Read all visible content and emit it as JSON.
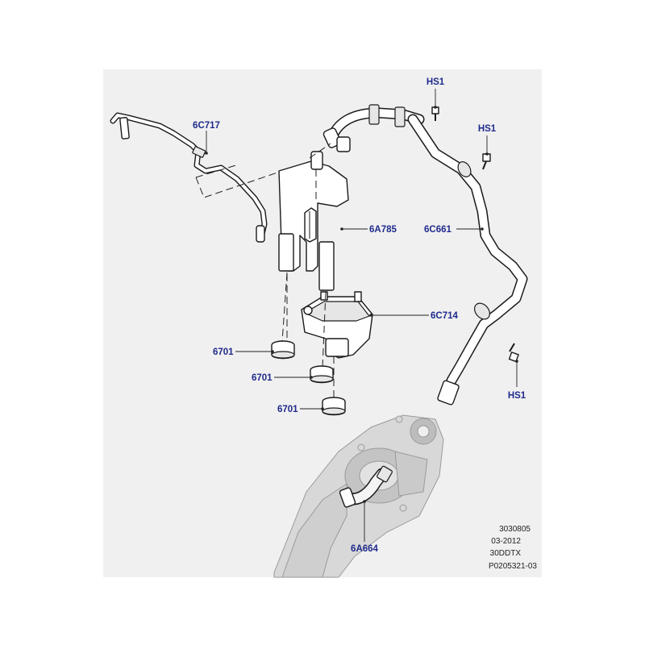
{
  "callouts": {
    "hs1_top": "HS1",
    "hs1_mid": "HS1",
    "hs1_bottom": "HS1",
    "p6C717": "6C717",
    "p6A785": "6A785",
    "p6C661": "6C661",
    "p6C714": "6C714",
    "p6701_a": "6701",
    "p6701_b": "6701",
    "p6701_c": "6701",
    "p6A664": "6A664"
  },
  "reference": {
    "line1": "3030805",
    "line2": "03-2012",
    "line3": "30DDTX",
    "line4": "P0205321-03"
  },
  "colors": {
    "callout_text": "#1f2a8c",
    "panel_background": "#f0f0f0",
    "line_art": "#1a1a1a"
  }
}
